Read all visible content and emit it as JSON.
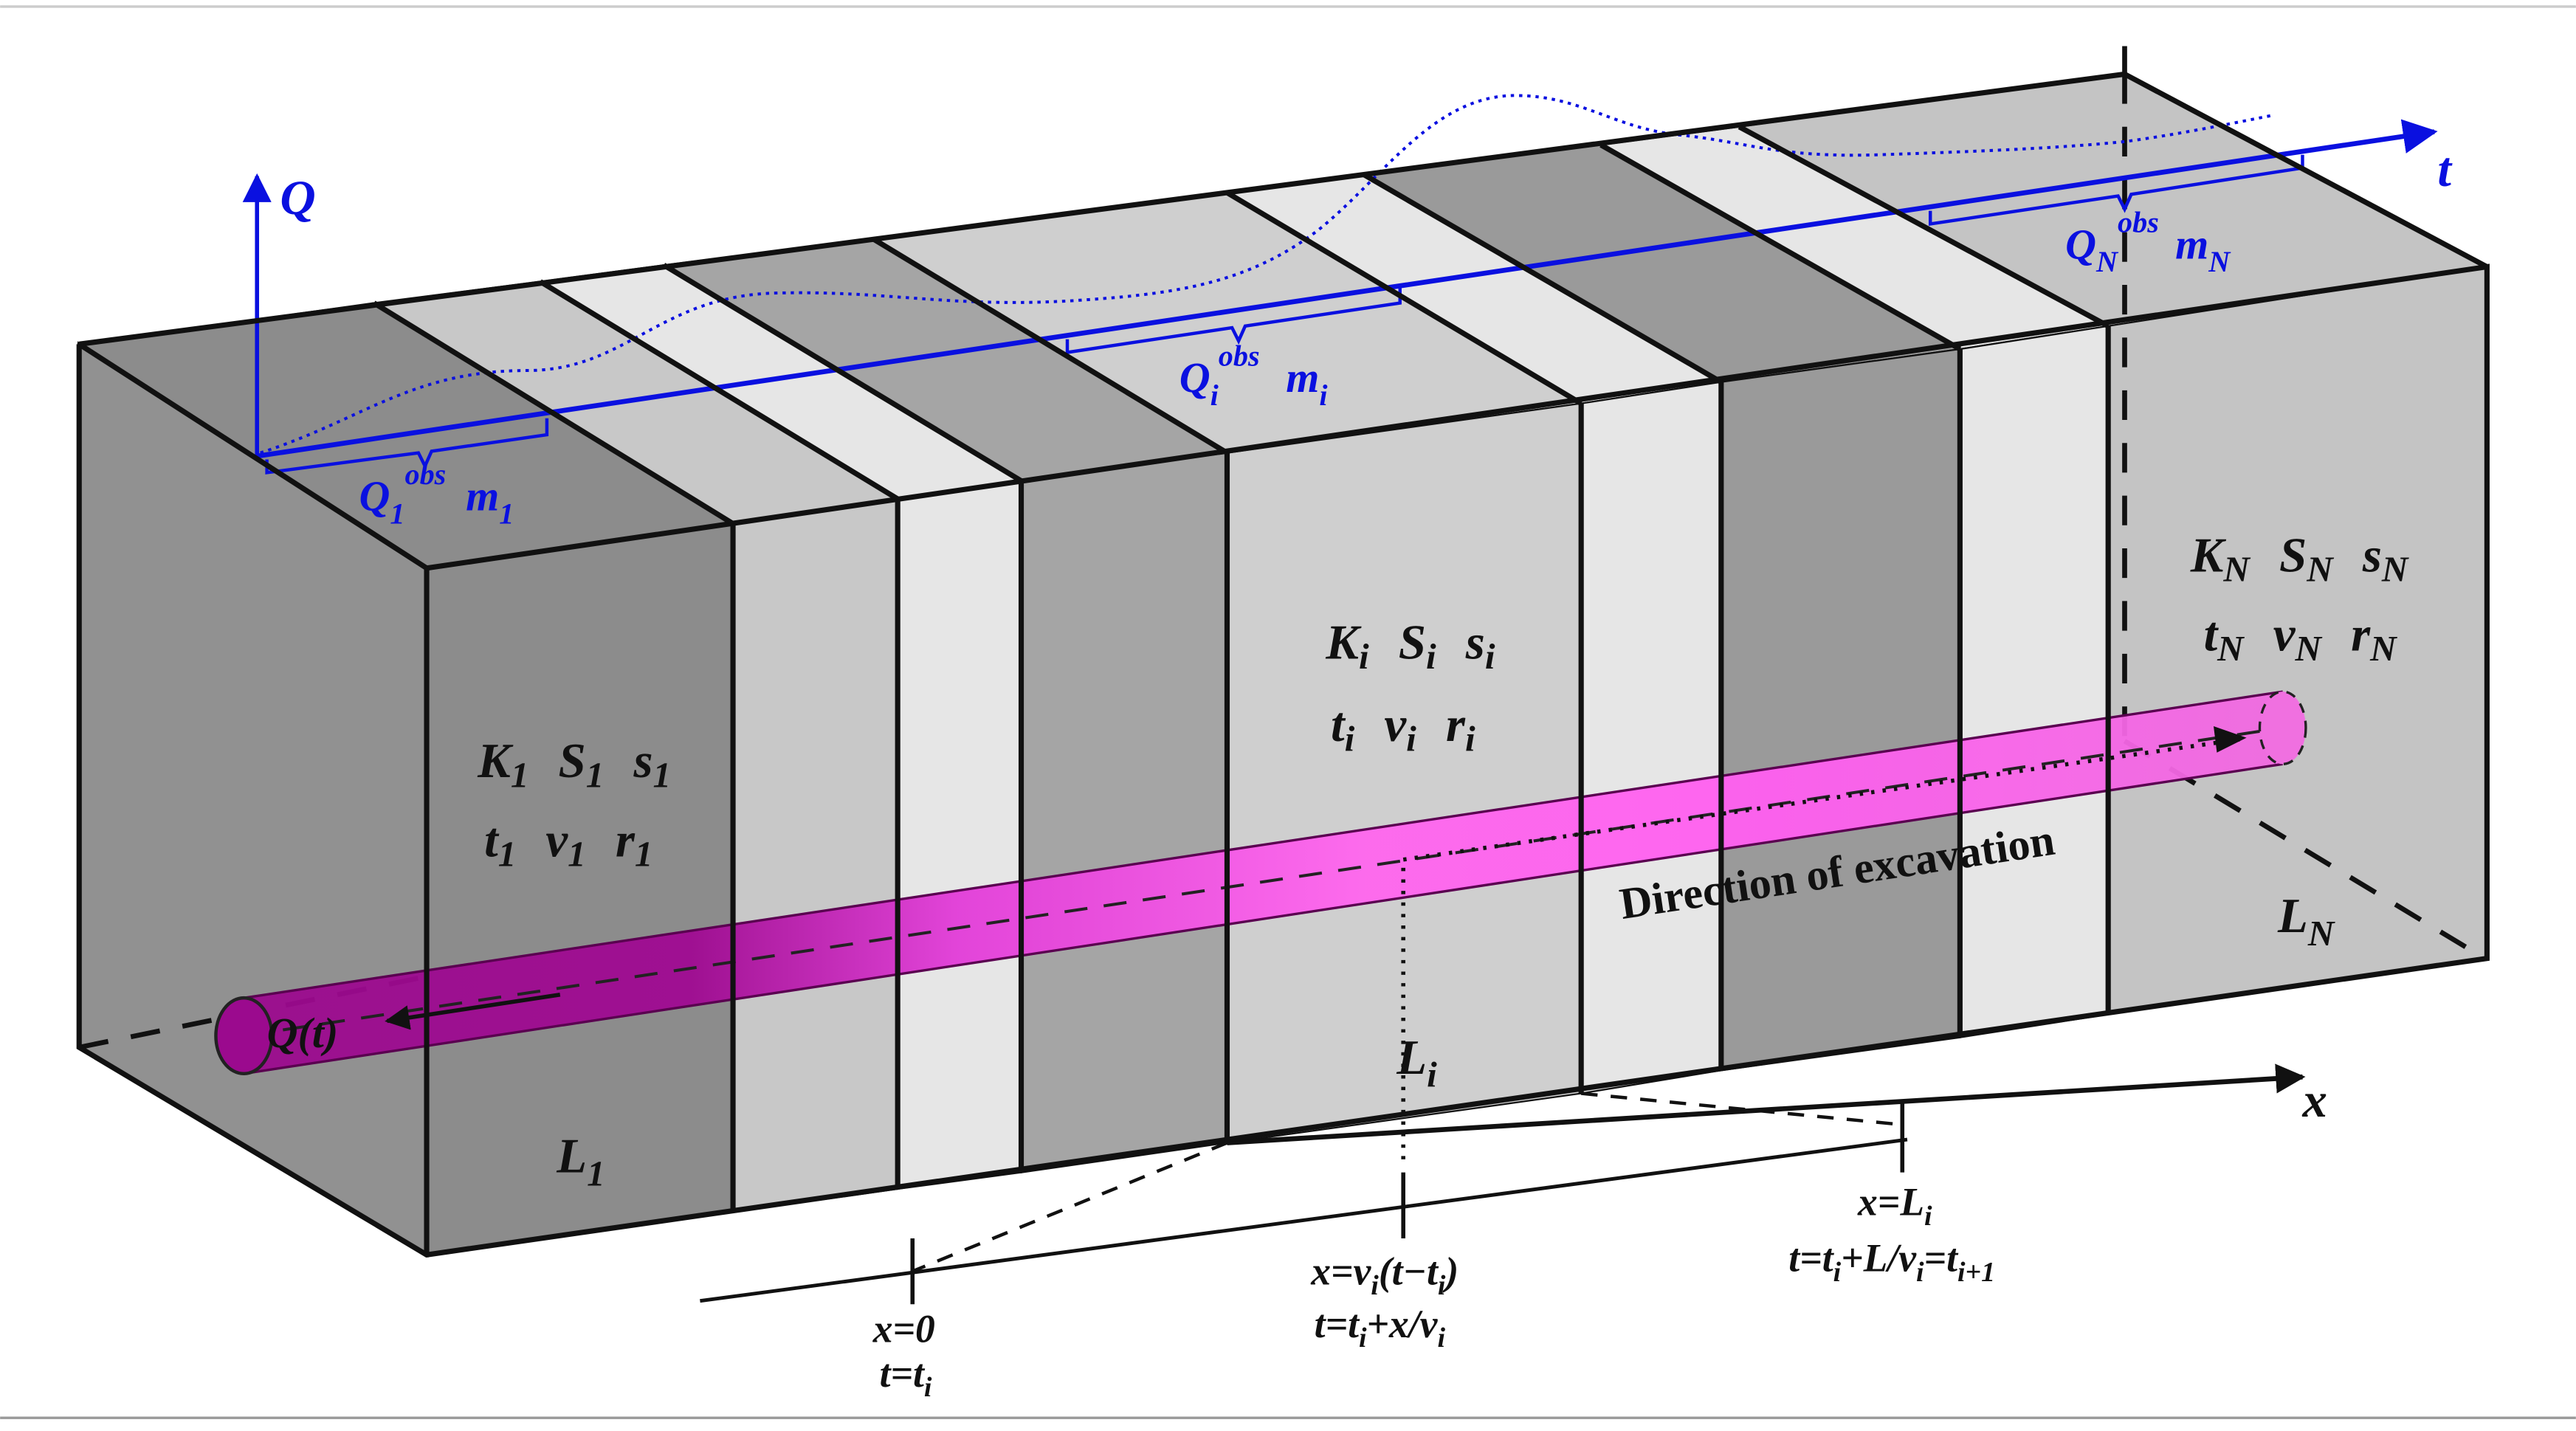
{
  "colors": {
    "zone_shades": [
      "#8c8c8c",
      "#c8c8c8",
      "#e6e6e6",
      "#a5a5a5",
      "#cfcfcf",
      "#e6e6e6",
      "#9a9a9a",
      "#e6e6e6",
      "#c4c4c4"
    ],
    "axis_blue": "#0a10e0",
    "tunnel": "#cc22bb"
  },
  "axes": {
    "q_label": "Q",
    "t_label": "t",
    "x_label": "x"
  },
  "layer1": {
    "params_row1": [
      "K",
      "S",
      "s"
    ],
    "params_row2": [
      "t",
      "v",
      "r"
    ],
    "index": "1",
    "length_label": "L",
    "length_index": "1"
  },
  "layer_i": {
    "params_row1": [
      "K",
      "S",
      "s"
    ],
    "params_row2": [
      "t",
      "v",
      "r"
    ],
    "index": "i",
    "length_label": "L",
    "length_index": "i"
  },
  "layer_n": {
    "params_row1": [
      "K",
      "S",
      "s"
    ],
    "params_row2": [
      "t",
      "v",
      "r"
    ],
    "index": "N",
    "length_label": "L",
    "length_index": "N"
  },
  "obs": {
    "q": "Q",
    "sup": "obs",
    "m": "m",
    "first_index": "1",
    "mid_index": "i",
    "last_index": "N"
  },
  "tunnel": {
    "inflow_label": "Q(t)",
    "direction_label": "Direction of excavation"
  },
  "bottom_axis": {
    "start_x": "x=0",
    "start_t_base": "t=t",
    "start_t_sub": "i",
    "mid_x_1": "x=v",
    "mid_x_sub": "i",
    "mid_x_2": "(t−t",
    "mid_x_sub2": "i",
    "mid_x_3": ")",
    "mid_t_1": "t=t",
    "mid_t_sub": "i",
    "mid_t_2": "+x/v",
    "mid_t_sub2": "i",
    "end_x_1": "x=L",
    "end_x_sub": "i",
    "end_t_1": "t=t",
    "end_t_sub": "i",
    "end_t_2": "+L/v",
    "end_t_sub2": "i",
    "end_t_3": "=t",
    "end_t_sub3": "i+1"
  }
}
